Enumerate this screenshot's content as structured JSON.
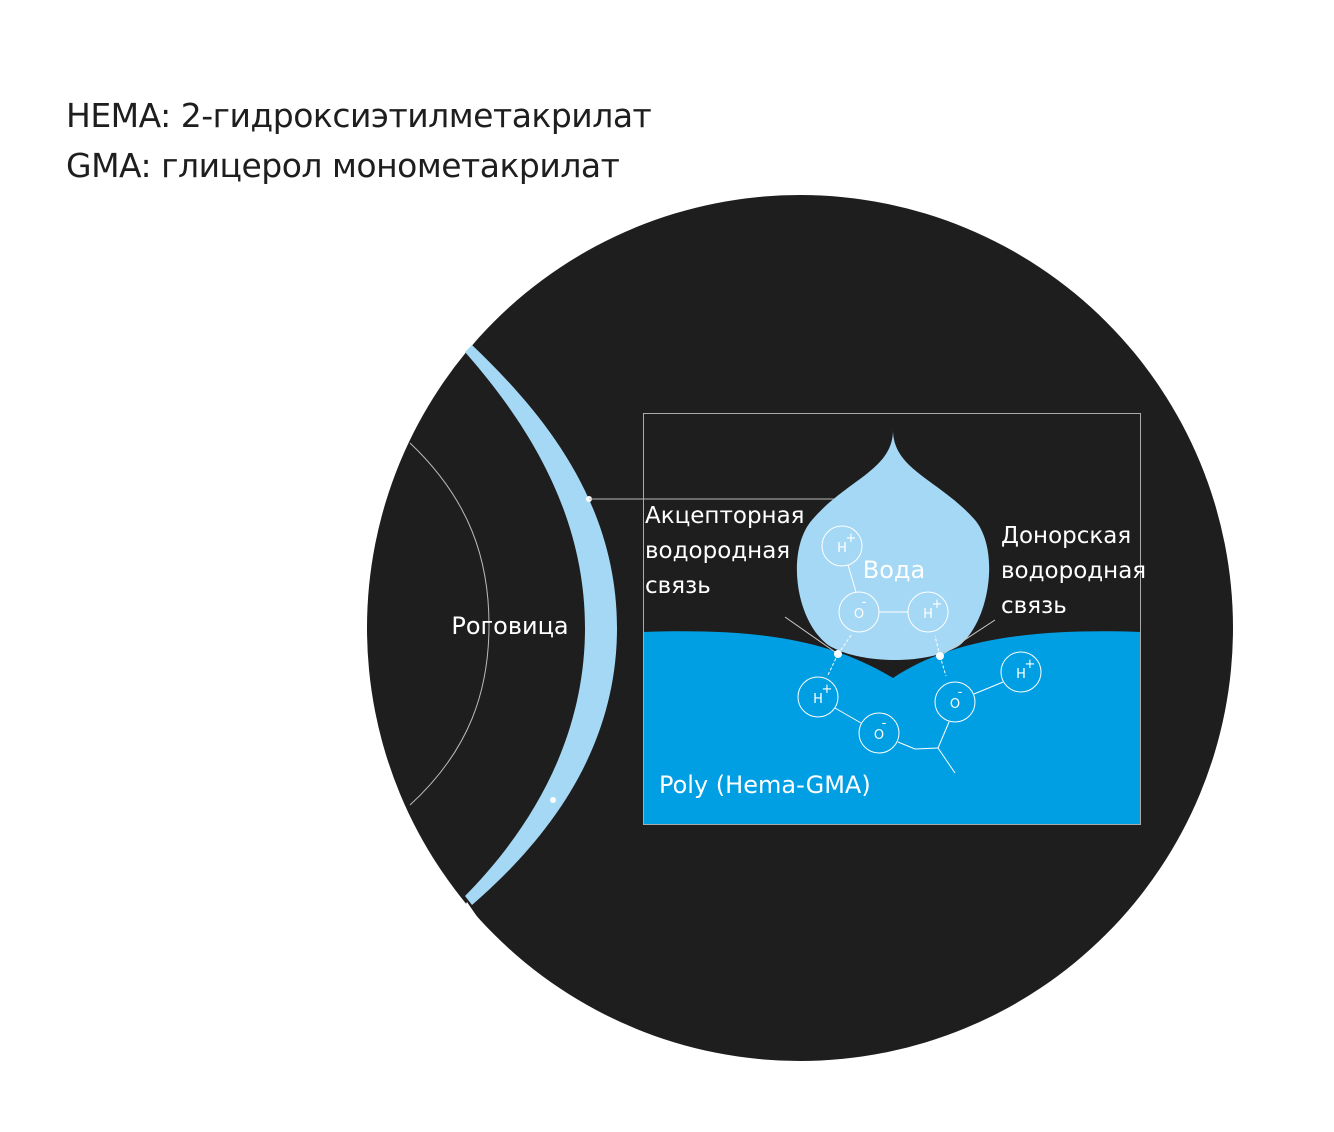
{
  "legend": {
    "hema": "HEMA: 2-гидроксиэтилметакрилат",
    "gma": "GMA: глицерол монометакрилат"
  },
  "labels": {
    "cornea": "Роговица",
    "water": "Вода",
    "acceptor": [
      "Акцепторная",
      "водородная",
      "связь"
    ],
    "donor": [
      "Донорская",
      "водородная",
      "связь"
    ],
    "polymer": "Poly (Hema-GMA)"
  },
  "atoms": {
    "h": "H",
    "o": "O",
    "plus": "+",
    "minus": "-"
  },
  "colors": {
    "dark": "#1e1e1e",
    "lens": "#a4d8f5",
    "polymer": "#009fe3",
    "water": "#a4d8f5"
  }
}
